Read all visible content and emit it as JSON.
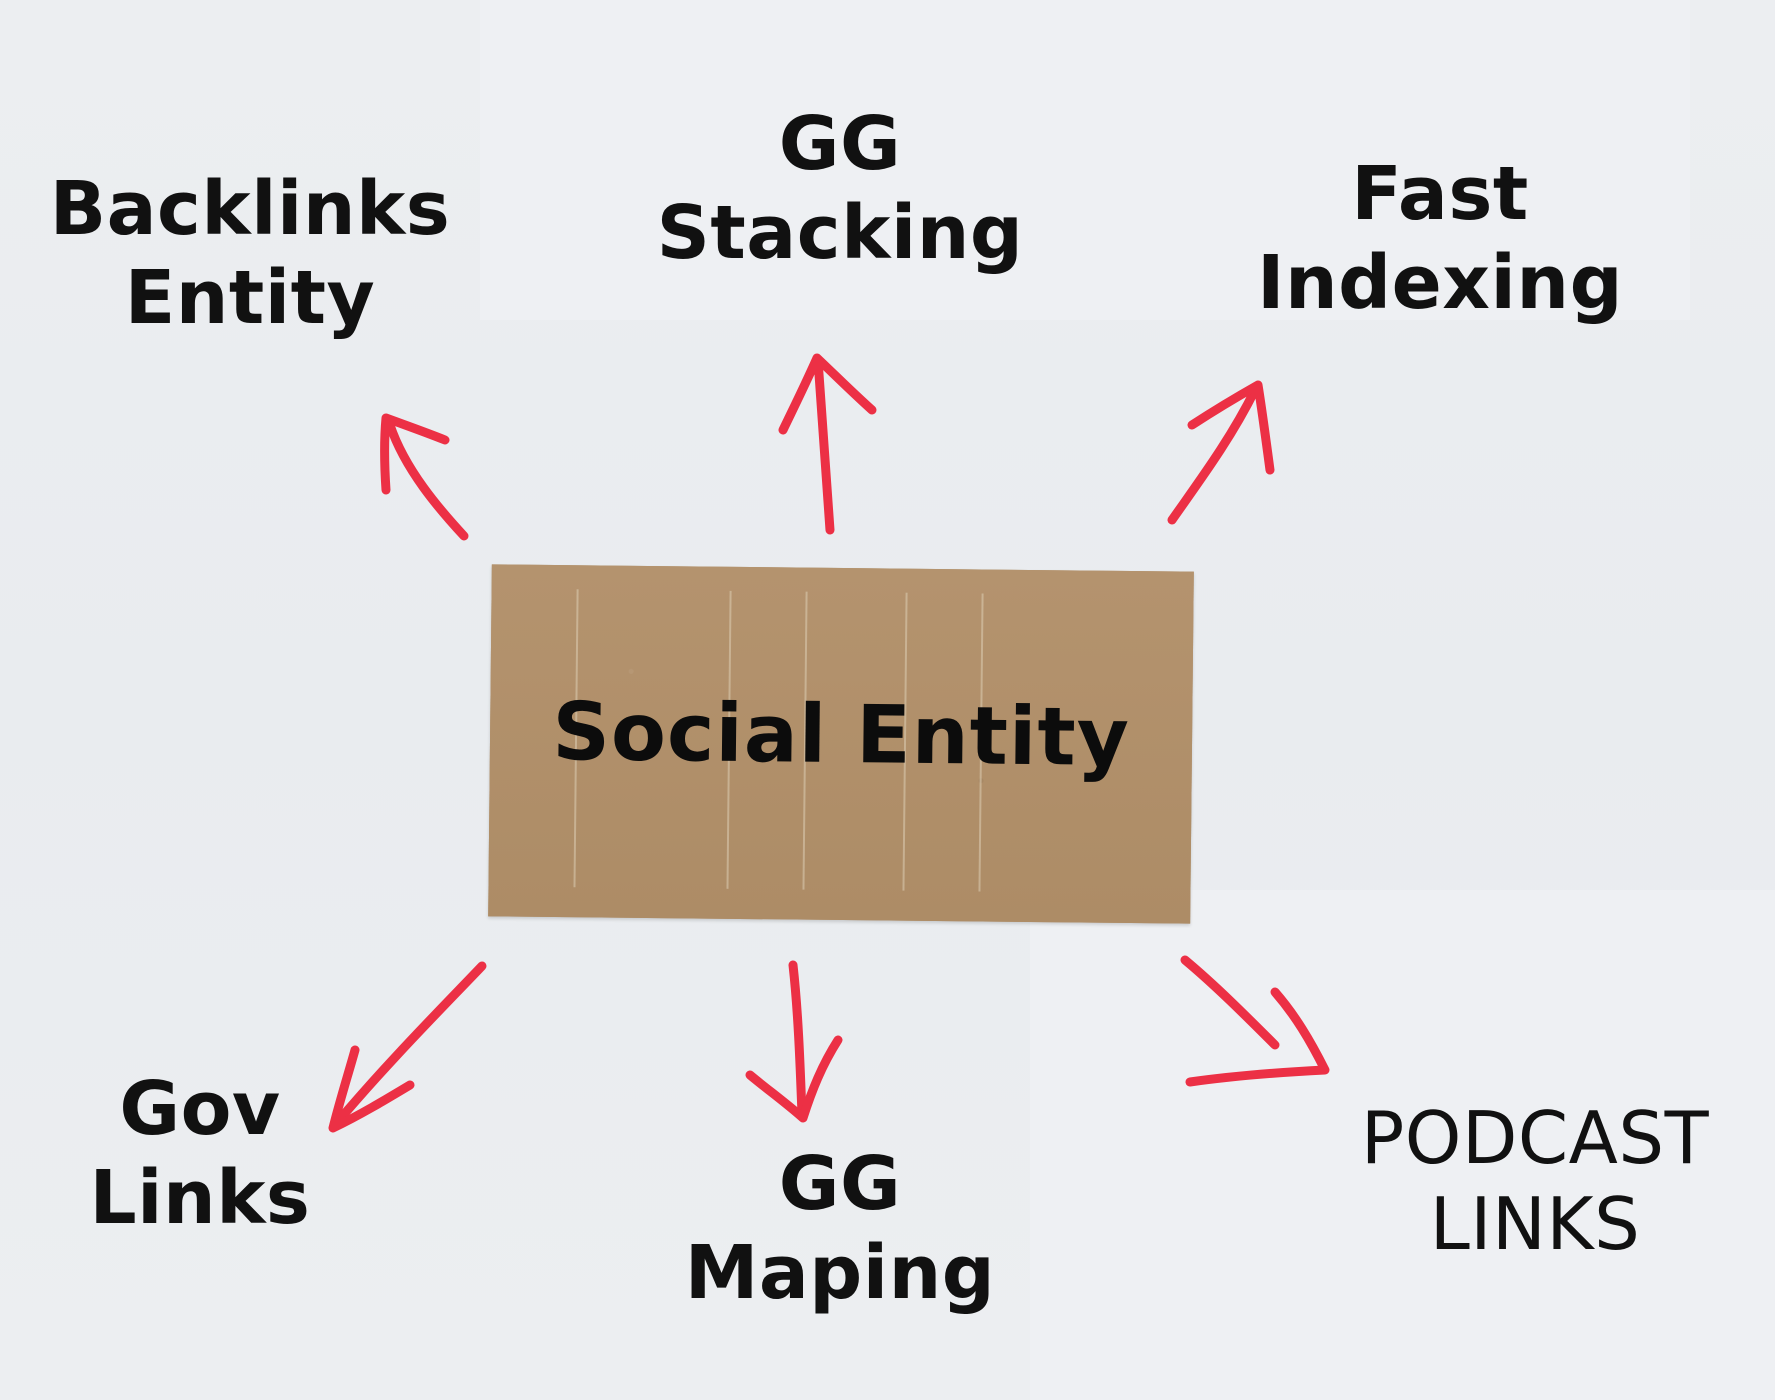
{
  "center": {
    "label": "Social Entity"
  },
  "nodes": {
    "backlinks": {
      "line1": "Backlinks",
      "line2": "Entity"
    },
    "stacking": {
      "line1": "GG",
      "line2": "Stacking"
    },
    "indexing": {
      "line1": "Fast",
      "line2": "Indexing"
    },
    "gov": {
      "line1": "Gov",
      "line2": "Links"
    },
    "maping": {
      "line1": "GG",
      "line2": "Maping"
    },
    "podcast": {
      "line1": "PODCAST",
      "line2": "LINKS"
    }
  },
  "colors": {
    "arrow": "#ec3045",
    "card": "#b08f6a",
    "text": "#111111",
    "background": "#eaedf0"
  }
}
